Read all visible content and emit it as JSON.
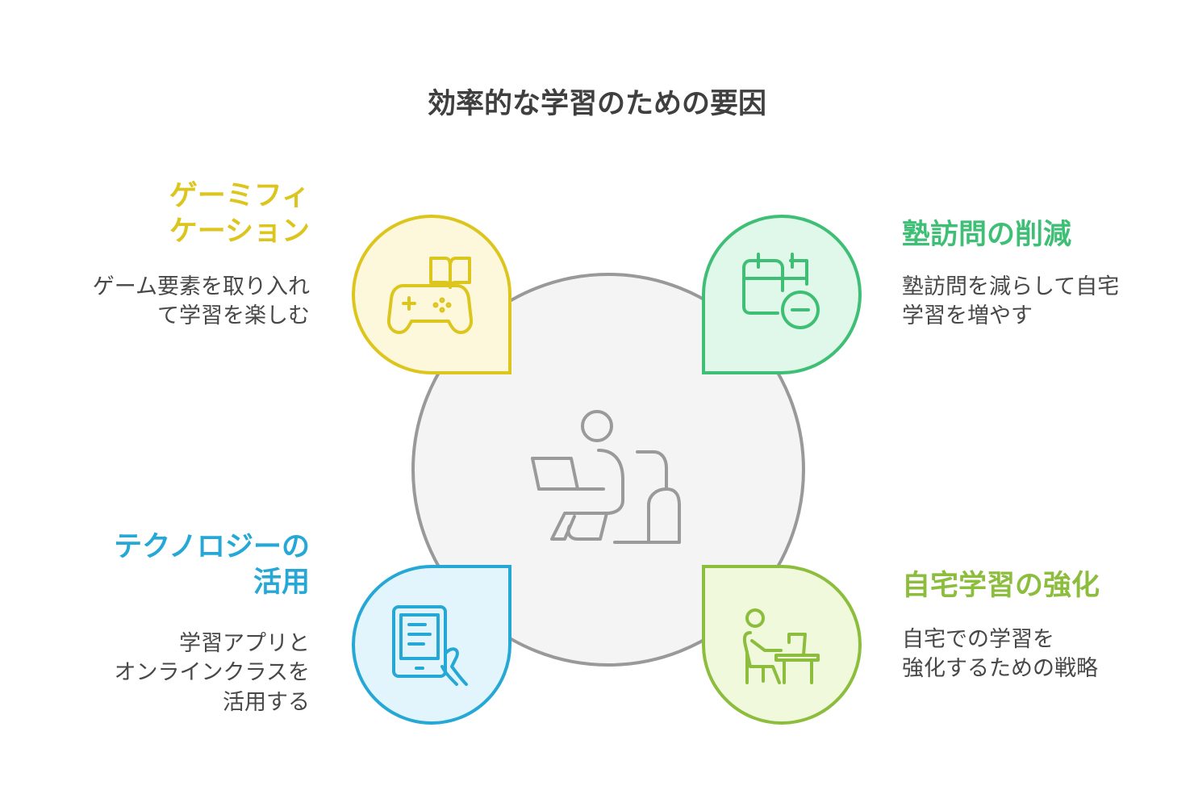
{
  "title": "効率的な学習のための要因",
  "colors": {
    "yellow": "#dcc51c",
    "green": "#3fbf76",
    "blue": "#26a8d6",
    "lime": "#8cbd3c",
    "center_fill": "#f4f4f4",
    "center_stroke": "#999999"
  },
  "center": {
    "icon": "person-at-laptop-icon"
  },
  "factors": {
    "gamification": {
      "heading_lines": [
        "ゲーミフィ",
        "ケーション"
      ],
      "desc_lines": [
        "ゲーム要素を取り入れ",
        "て学習を楽しむ"
      ],
      "icon": "gamepad-book-icon"
    },
    "reduce_cram": {
      "heading_lines": [
        "塾訪問の削減"
      ],
      "desc_lines": [
        "塾訪問を減らして自宅",
        "学習を増やす"
      ],
      "icon": "calendar-minus-icon"
    },
    "technology": {
      "heading_lines": [
        "テクノロジーの",
        "活用"
      ],
      "desc_lines": [
        "学習アプリと",
        "オンラインクラスを",
        "活用する"
      ],
      "icon": "tablet-hand-icon"
    },
    "home_study": {
      "heading_lines": [
        "自宅学習の強化"
      ],
      "desc_lines": [
        "自宅での学習を",
        "強化するための戦略"
      ],
      "icon": "student-desk-icon"
    }
  }
}
